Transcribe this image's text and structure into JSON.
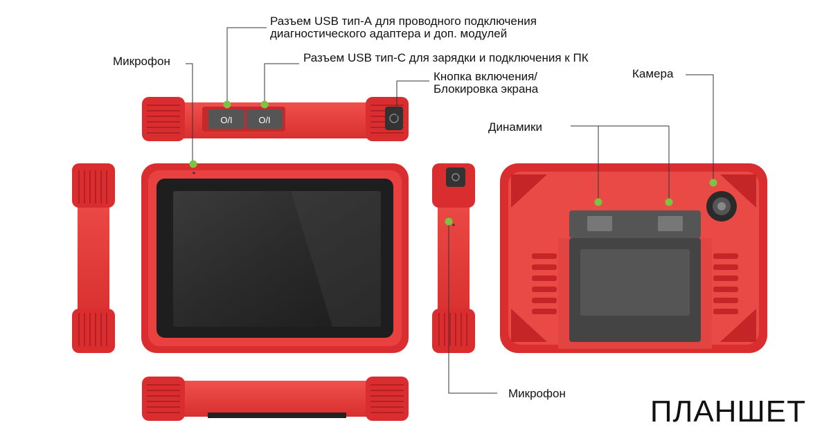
{
  "title": "ПЛАНШЕТ",
  "labels": {
    "usb_a_line1": "Разъем USB тип-А для проводного подключения",
    "usb_a_line2": "диагностического адаптера и доп. модулей",
    "usb_c": "Разъем USB тип-С для зарядки и подключения к ПК",
    "microphone_top": "Микрофон",
    "power_line1": "Кнопка включения/",
    "power_line2": "Блокировка экрана",
    "camera": "Камера",
    "speakers": "Динамики",
    "microphone_bottom": "Микрофон"
  },
  "port_labels": {
    "port_a": "O/I",
    "port_c": "O/I"
  },
  "colors": {
    "body_red": "#e8413f",
    "bumper_red": "#d92d2f",
    "screen": "#2b2b2b",
    "marker_green": "#7dc242"
  }
}
